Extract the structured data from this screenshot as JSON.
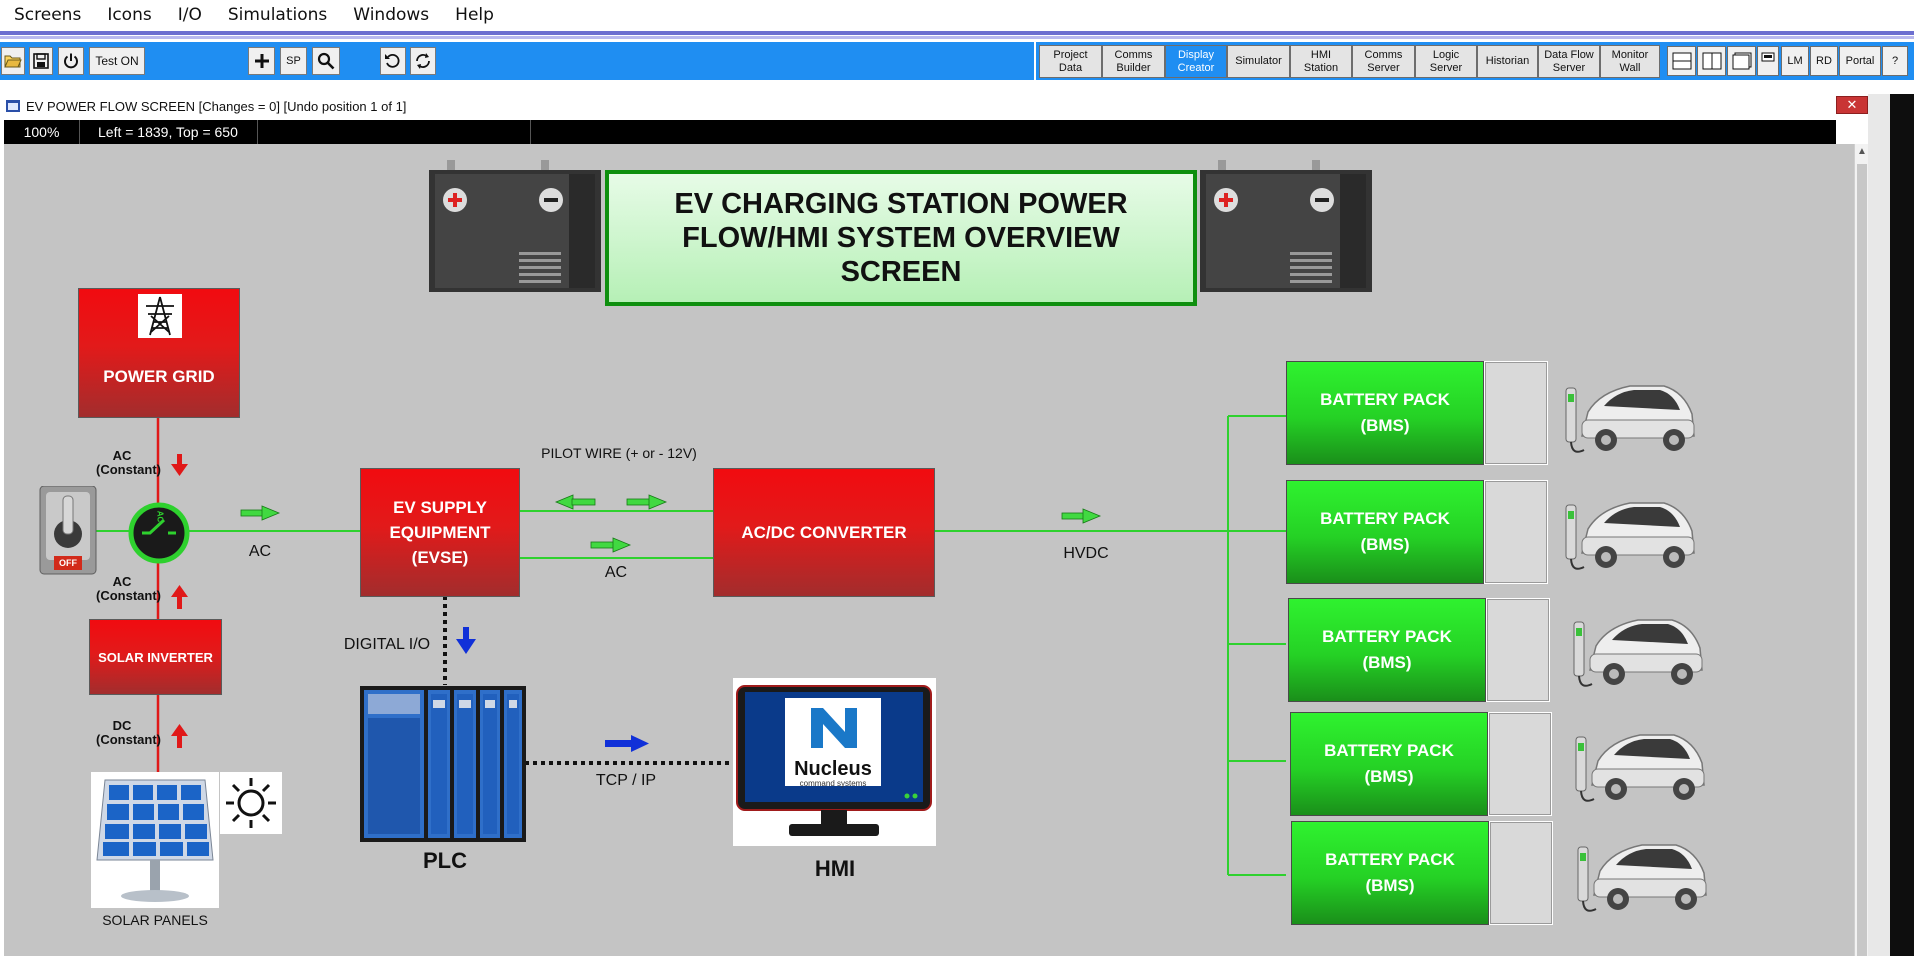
{
  "menu": [
    "Screens",
    "Icons",
    "I/O",
    "Simulations",
    "Windows",
    "Help"
  ],
  "toolbar": {
    "test_label": "Test ON",
    "sp_label": "SP",
    "modules": [
      {
        "label": "Project\nData",
        "active": false
      },
      {
        "label": "Comms\nBuilder",
        "active": false
      },
      {
        "label": "Display\nCreator",
        "active": true
      },
      {
        "label": "Simulator",
        "active": false
      },
      {
        "label": "HMI\nStation",
        "active": false
      },
      {
        "label": "Comms\nServer",
        "active": false
      },
      {
        "label": "Logic\nServer",
        "active": false
      },
      {
        "label": "Historian",
        "active": false
      },
      {
        "label": "Data Flow\nServer",
        "active": false
      },
      {
        "label": "Monitor\nWall",
        "active": false
      }
    ],
    "right": {
      "lm": "LM",
      "rd": "RD",
      "portal": "Portal",
      "help": "?"
    }
  },
  "window": {
    "title": "EV POWER FLOW SCREEN   [Changes = 0] [Undo position 1 of 1]",
    "close": "✕",
    "zoom": "100%",
    "position": "Left = 1839, Top = 650"
  },
  "diagram": {
    "title": "EV CHARGING STATION POWER\nFLOW/HMI SYSTEM OVERVIEW\nSCREEN",
    "power_grid": "POWER GRID",
    "ac_constant_top": "AC\n(Constant)",
    "ac_constant_bottom": "AC\n(Constant)",
    "dc_constant": "DC\n(Constant)",
    "switch_state": "OFF",
    "switch_label": "AC",
    "ac_left": "AC",
    "evse": "EV SUPPLY\nEQUIPMENT\n(EVSE)",
    "pilot_wire": "PILOT WIRE (+ or - 12V)",
    "ac_mid": "AC",
    "converter": "AC/DC CONVERTER",
    "hvdc": "HVDC",
    "solar_inverter": "SOLAR INVERTER",
    "solar_panels": "SOLAR PANELS",
    "digital_io": "DIGITAL I/O",
    "plc": "PLC",
    "tcp_ip": "TCP / IP",
    "hmi": "HMI",
    "nucleus_name": "Nucleus",
    "nucleus_sub": "command systems",
    "battery_packs": [
      "BATTERY PACK\n(BMS)",
      "BATTERY PACK\n(BMS)",
      "BATTERY PACK\n(BMS)",
      "BATTERY PACK\n(BMS)",
      "BATTERY PACK\n(BMS)"
    ]
  },
  "colors": {
    "toolbar_blue": "#1f8ef2",
    "menu_accent": "#6d6fd0",
    "red_block": "#e21a1a",
    "green_block": "#25d125",
    "green_line": "#2ed12e",
    "red_line": "#e01818",
    "canvas": "#c4c4c4"
  }
}
